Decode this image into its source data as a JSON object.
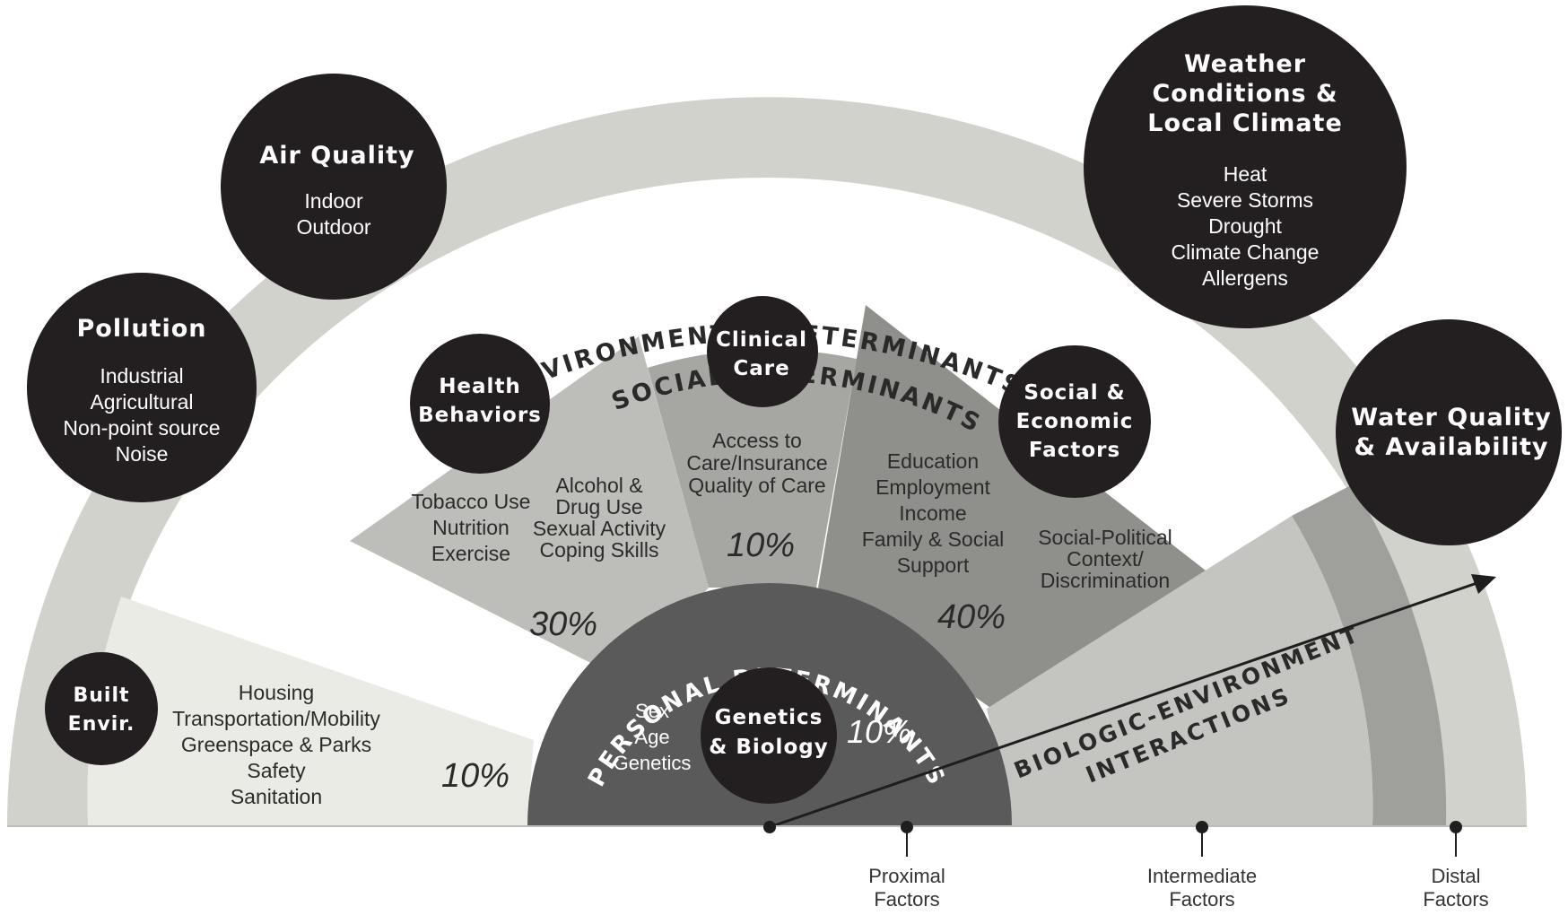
{
  "arcs": {
    "environmental": "ENVIRONMENTAL DETERMINANTS",
    "social": "SOCIAL DETERMINANTS",
    "personal": "PERSONAL DETERMINANTS",
    "interactions_line1": "BIOLOGIC-ENVIRONMENT",
    "interactions_line2": "INTERACTIONS"
  },
  "environmental": {
    "pollution": {
      "title": "Pollution",
      "items": [
        "Industrial",
        "Agricultural",
        "Non-point source",
        "Noise"
      ]
    },
    "air_quality": {
      "title": "Air Quality",
      "items": [
        "Indoor",
        "Outdoor"
      ]
    },
    "weather": {
      "title_lines": [
        "Weather",
        "Conditions &",
        "Local Climate"
      ],
      "items": [
        "Heat",
        "Severe Storms",
        "Drought",
        "Climate Change",
        "Allergens"
      ]
    },
    "water": {
      "title_lines": [
        "Water Quality",
        "& Availability"
      ]
    },
    "built": {
      "title_lines": [
        "Built",
        "Envir."
      ],
      "items": [
        "Housing",
        "Transportation/Mobility",
        "Greenspace & Parks",
        "Safety",
        "Sanitation"
      ],
      "percent": "10%"
    }
  },
  "social": {
    "health_behaviors": {
      "title_lines": [
        "Health",
        "Behaviors"
      ],
      "col1": [
        "Tobacco Use",
        "Nutrition",
        "Exercise"
      ],
      "col2": [
        "Alcohol &",
        "Drug Use",
        "Sexual Activity",
        "Coping Skills"
      ],
      "percent": "30%"
    },
    "clinical_care": {
      "title_lines": [
        "Clinical",
        "Care"
      ],
      "items": [
        "Access to",
        "Care/Insurance",
        "Quality of Care"
      ],
      "percent": "10%"
    },
    "socioeconomic": {
      "title_lines": [
        "Social &",
        "Economic",
        "Factors"
      ],
      "col1": [
        "Education",
        "Employment",
        "Income",
        "Family & Social",
        "Support"
      ],
      "col2": [
        "Social-Political",
        "Context/",
        "Discrimination"
      ],
      "percent": "40%"
    }
  },
  "personal": {
    "genetics": {
      "title_lines": [
        "Genetics",
        "& Biology"
      ],
      "items": [
        "Sex",
        "Age",
        "Genetics"
      ],
      "percent": "10%"
    }
  },
  "axis": {
    "proximal": [
      "Proximal",
      "Factors"
    ],
    "intermediate": [
      "Intermediate",
      "Factors"
    ],
    "distal": [
      "Distal",
      "Factors"
    ]
  },
  "colors": {
    "outer_ring": "#d2d2cc",
    "far_right_band": "#9f9f9b",
    "built_wedge": "#ebebe6",
    "health_wedge": "#bdbdb9",
    "clinical_wedge": "#a6a6a2",
    "socio_wedge": "#8f8f8b",
    "personal_half": "#5a5a5a",
    "interaction_band": "#c4c4c0",
    "bubble": "#231f20"
  }
}
